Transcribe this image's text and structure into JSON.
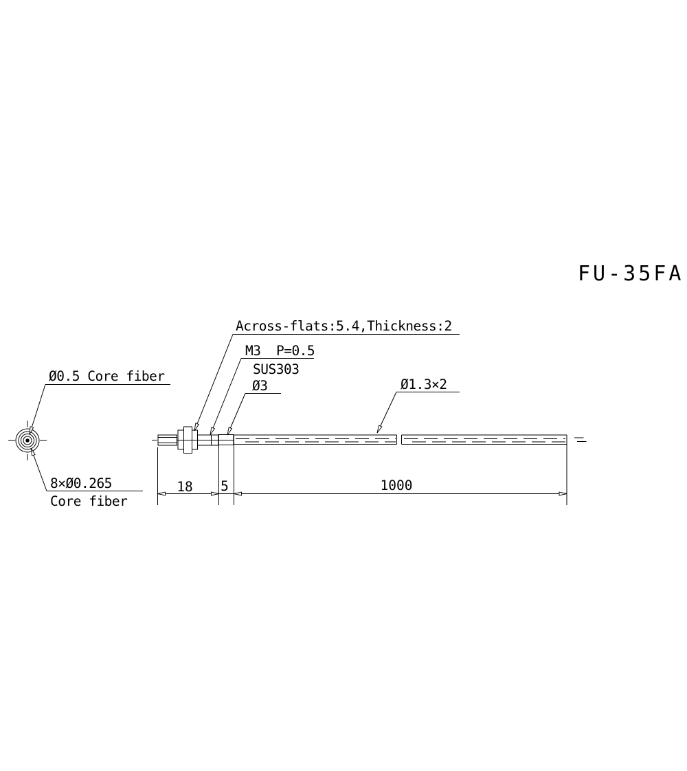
{
  "title": "FU-35FA",
  "colors": {
    "line": "#000000",
    "background": "#ffffff"
  },
  "drawing": {
    "labels": {
      "across_flats": "Across-flats:5.4,Thickness:2",
      "thread_spec": "M3  P=0.5",
      "material": "SUS303",
      "sleeve_diameter": "Ø3",
      "cable_diameter": "Ø1.3×2",
      "core_fiber_top": "Ø0.5 Core fiber",
      "core_fiber_bottom_line1": "8×Ø0.265",
      "core_fiber_bottom_line2": "Core fiber"
    },
    "dimensions": {
      "thread_length": "18",
      "sleeve_length": "5",
      "cable_length": "1000"
    }
  }
}
